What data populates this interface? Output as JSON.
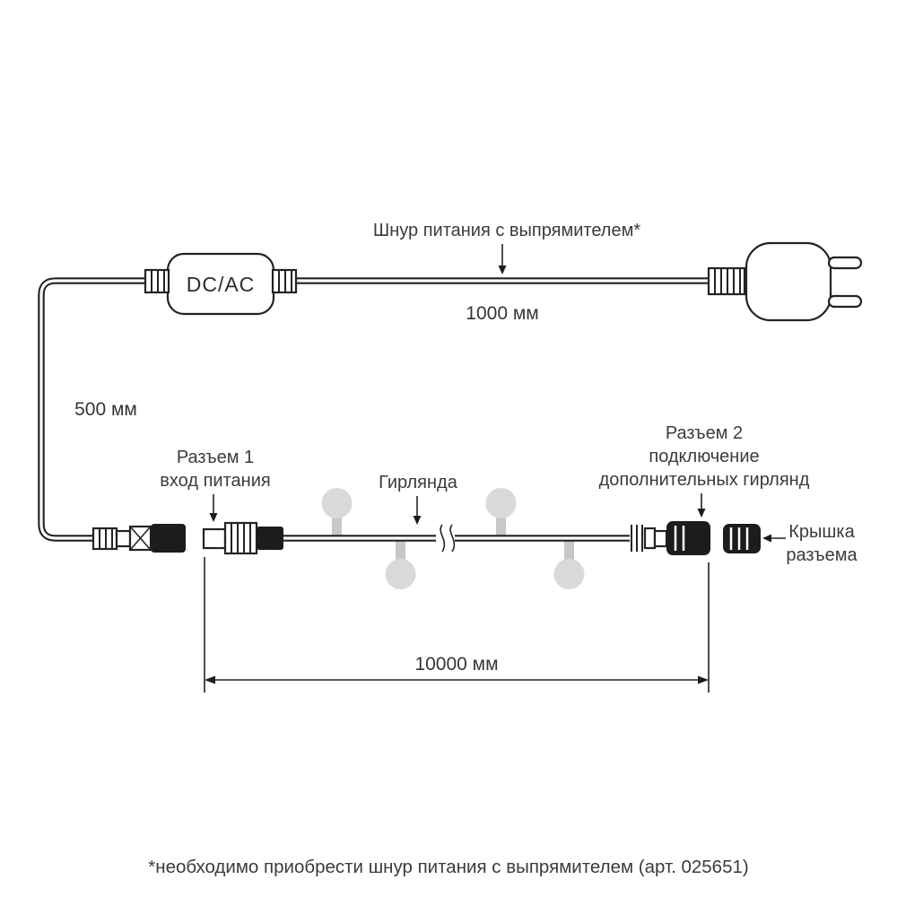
{
  "diagram": {
    "power_cord_label": "Шнур питания с выпрямителем*",
    "power_cord_length": "1000 мм",
    "adapter_label": "DC/AC",
    "drop_cable_length": "500 мм",
    "connector1_label": [
      "Разъем 1",
      "вход питания"
    ],
    "garland_label": "Гирлянда",
    "connector2_label": [
      "Разъем 2",
      "подключение",
      "дополнительных гирлянд"
    ],
    "cap_label": [
      "Крышка",
      "разъема"
    ],
    "garland_length": "10000 мм",
    "footnote": "*необходимо приобрести шнур питания с выпрямителем (арт. 025651)"
  },
  "colors": {
    "line": "#232323",
    "text": "#3b3b3b",
    "bulb": "#d9d9d9",
    "stem": "#c7c7c7",
    "connector": "#1c1c1c",
    "background": "#ffffff"
  }
}
